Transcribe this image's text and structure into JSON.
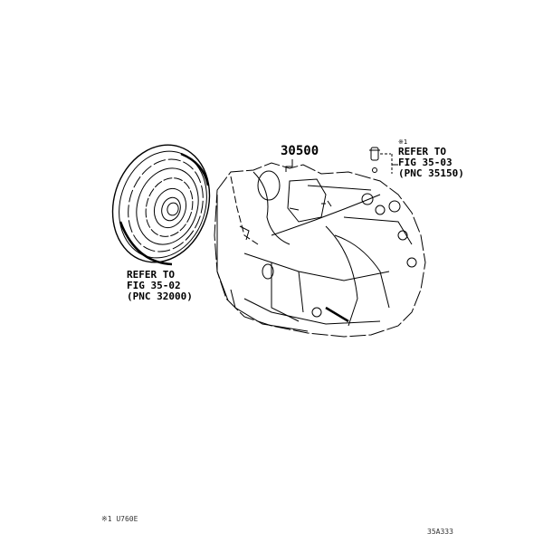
{
  "diagram": {
    "type": "parts-exploded-view",
    "subject": "automatic transaxle assembly",
    "part_number_label": "30500",
    "callouts": [
      {
        "id": "torque-converter-ref",
        "lines": [
          "REFER TO",
          "FIG 35-02",
          "(PNC 32000)"
        ]
      },
      {
        "id": "plug-ref",
        "marker": "※1",
        "lines": [
          "REFER TO",
          "FIG 35-03",
          "(PNC 35150)"
        ]
      }
    ],
    "footnote": "※1 U760E",
    "figure_code": "35A333"
  },
  "colors": {
    "line": "#000000",
    "background": "#ffffff"
  }
}
